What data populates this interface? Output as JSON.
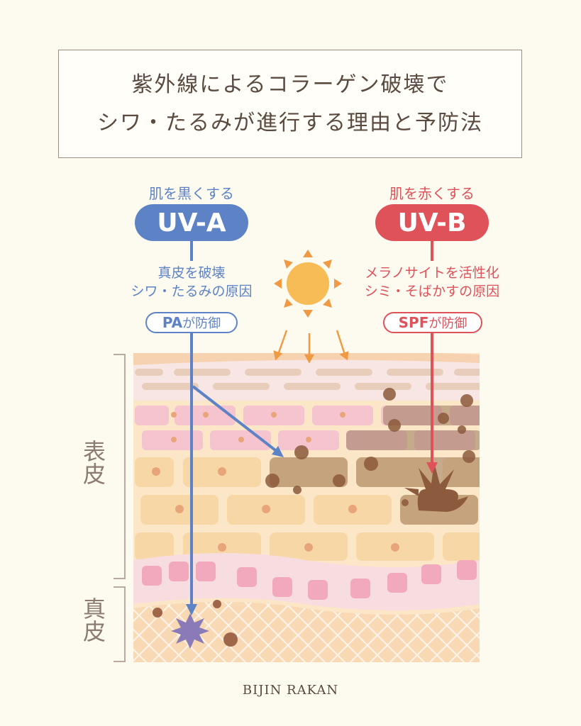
{
  "title": {
    "line1": "紫外線によるコラーゲン破壊で",
    "line2": "シワ・たるみが進行する理由と予防法"
  },
  "uva": {
    "caption": "肌を黒くする",
    "label": "UV-A",
    "effect1": "真皮を破壊",
    "effect2": "シワ・たるみの原因",
    "defense_strong": "PA",
    "defense_rest": "が防御",
    "color": "#5d83c6"
  },
  "uvb": {
    "caption": "肌を赤くする",
    "label": "UV-B",
    "effect1": "メラノサイトを活性化",
    "effect2": "シミ・そばかすの原因",
    "defense_strong": "SPF",
    "defense_rest": "が防御",
    "color": "#e0525a"
  },
  "layers": {
    "epidermis": "表皮",
    "dermis": "真皮"
  },
  "brand": "BIJIN RAKAN"
}
